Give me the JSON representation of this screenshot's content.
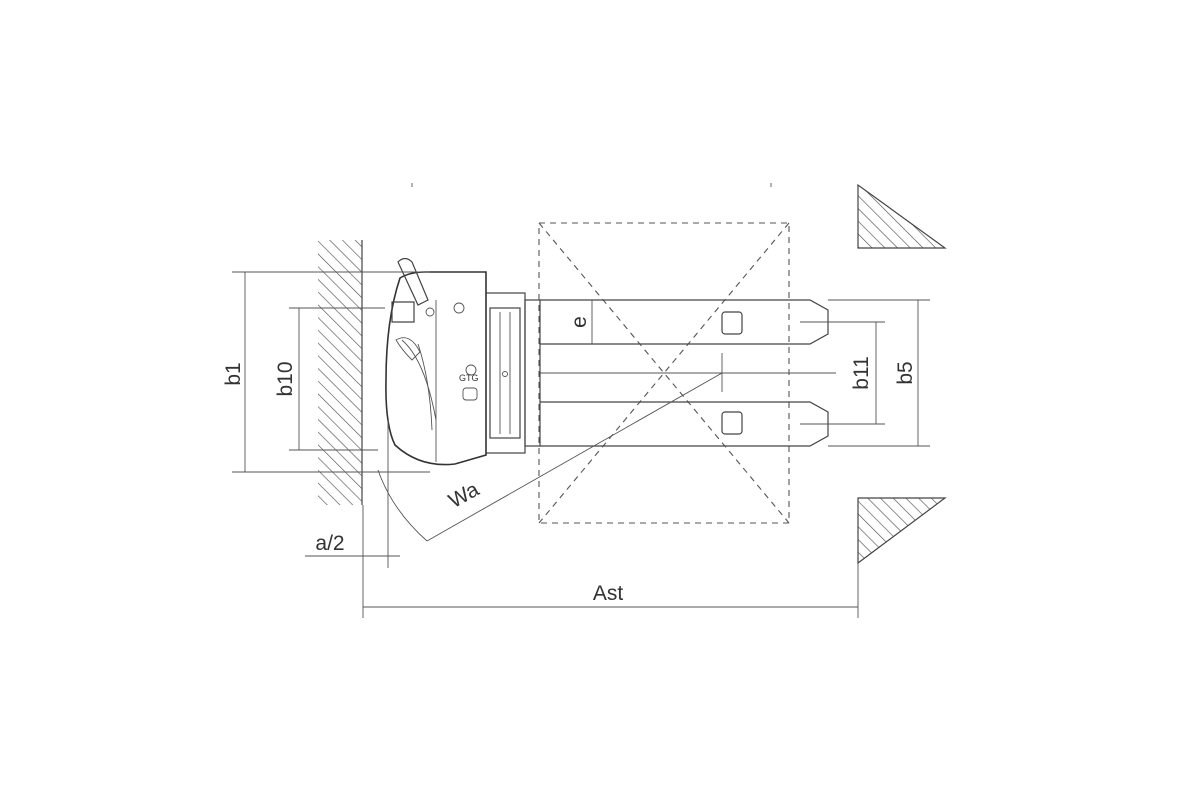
{
  "diagram": {
    "labels": {
      "b1": "b1",
      "b10": "b10",
      "e": "e",
      "b11": "b11",
      "b5": "b5",
      "wa": "Wa",
      "a_half": "a/2",
      "ast": "Ast"
    },
    "colors": {
      "line": "#444444",
      "text": "#333333",
      "background": "#ffffff"
    }
  }
}
